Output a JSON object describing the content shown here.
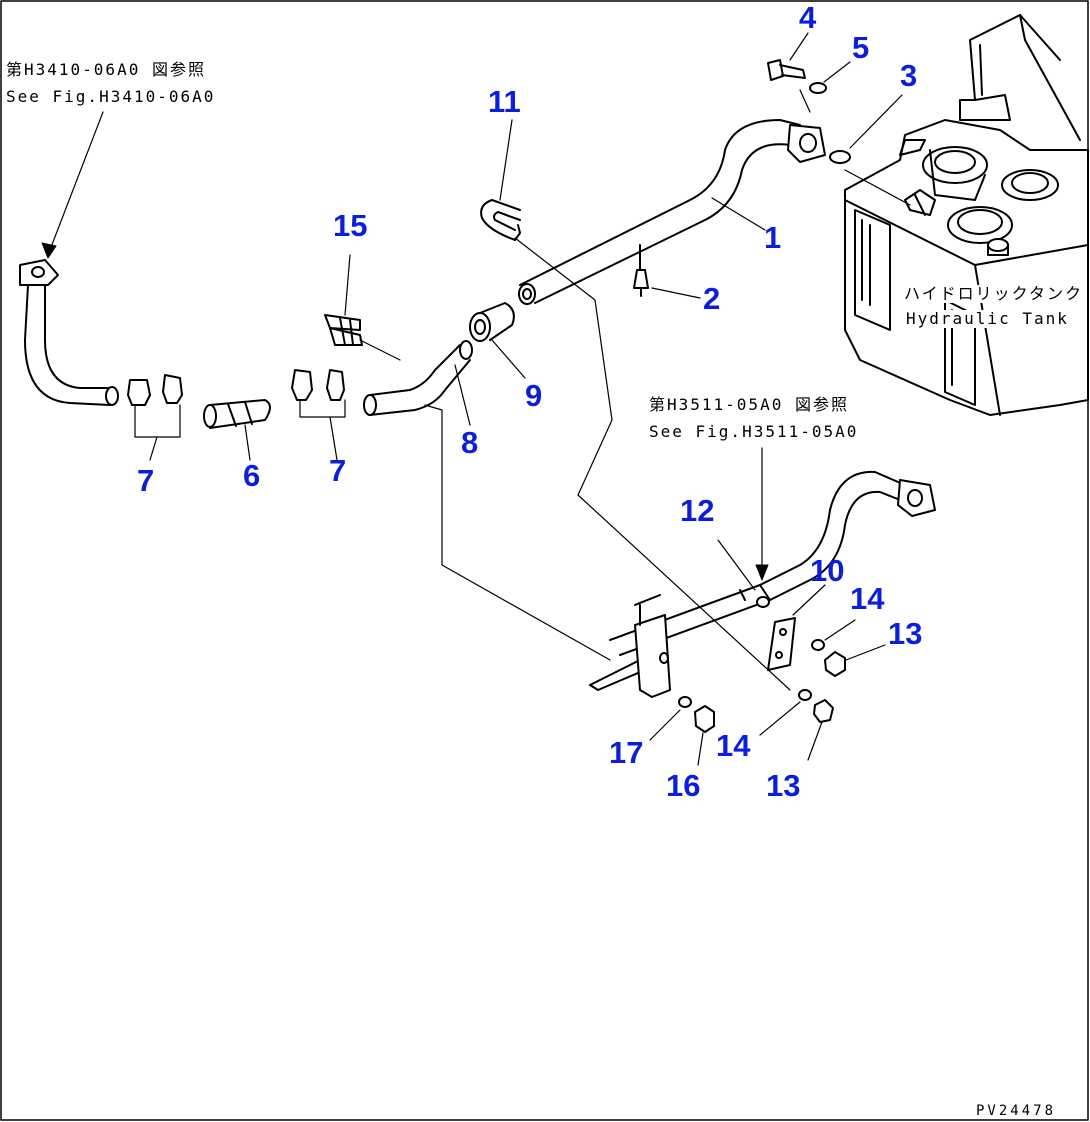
{
  "reference_notes": {
    "left_jp": "第H3410-06A0 図参照",
    "left_en": "See Fig.H3410-06A0",
    "right_jp": "第H3511-05A0 図参照",
    "right_en": "See Fig.H3511-05A0"
  },
  "tank_label": {
    "jp": "ハイドロリックタンク",
    "en": "Hydraulic Tank"
  },
  "part_numbers": {
    "p1": "1",
    "p2": "2",
    "p3": "3",
    "p4": "4",
    "p5": "5",
    "p6": "6",
    "p7a": "7",
    "p7b": "7",
    "p8": "8",
    "p9": "9",
    "p10": "10",
    "p11": "11",
    "p12": "12",
    "p13a": "13",
    "p13b": "13",
    "p14a": "14",
    "p14b": "14",
    "p15": "15",
    "p16": "16",
    "p17": "17"
  },
  "drawing_id": "PV24478",
  "colors": {
    "part_number": "#0a1edc",
    "line": "#000000",
    "background": "#ffffff"
  }
}
